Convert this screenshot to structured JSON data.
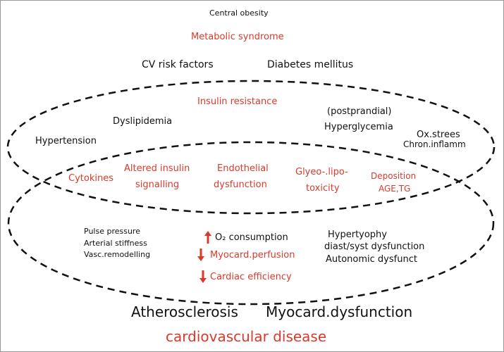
{
  "colors": {
    "red": "#d93a2b",
    "black": "#111111"
  },
  "top": {
    "central_obesity": "Central obesity",
    "metabolic_syndrome": "Metabolic syndrome",
    "cv_risk_factors": "CV risk factors",
    "diabetes_mellitus": "Diabetes mellitus"
  },
  "upper_ellipse": {
    "insulin_resistance": "Insulin resistance",
    "dyslipidemia": "Dyslipidemia",
    "postprandial": "(postprandial)",
    "hyperglycemia": "Hyperglycemia",
    "hypertension": "Hypertension",
    "ox_stress": "Ox.strees",
    "chron_inflamm": "Chron.inflamm"
  },
  "overlap": {
    "cytokines": "Cytokines",
    "altered_insulin_1": "Altered insulin",
    "altered_insulin_2": "signalling",
    "endothelial_1": "Endothelial",
    "endothelial_2": "dysfunction",
    "glyco_1": "Glyeo-.lipo-",
    "glyco_2": "toxicity",
    "deposition_1": "Deposition",
    "deposition_2": "AGE,TG"
  },
  "lower_ellipse": {
    "pulse_pressure": "Pulse pressure",
    "arterial_stiffness": "Arterial stiffness",
    "vasc_remodelling": "Vasc.remodelling",
    "o2_consumption": "O₂ consumption",
    "myocard_perfusion": "Myocard.perfusion",
    "cardiac_efficiency": "Cardiac efficiency",
    "hypertrophy": "Hypertyophy",
    "diast_syst": "diast/syst dysfunction",
    "autonomic": "Autonomic dysfunct"
  },
  "bottom": {
    "atherosclerosis": "Atherosclerosis",
    "myocard_dysfunction": "Myocard.dysfunction",
    "cvd": "cardiovascular disease"
  },
  "icons": {
    "arrow_up": "arrow-up-icon",
    "arrow_down": "arrow-down-icon"
  }
}
